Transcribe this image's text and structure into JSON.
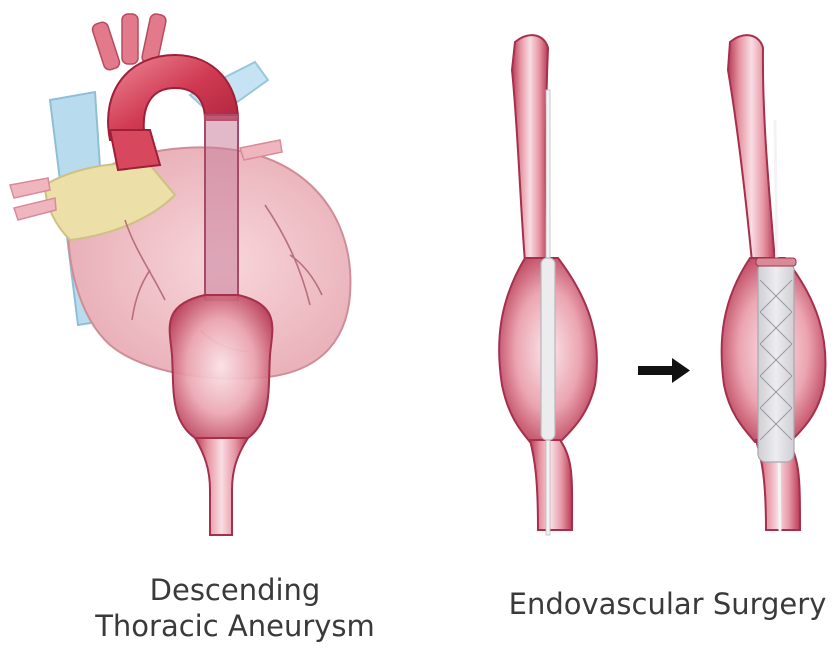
{
  "panels": {
    "left": {
      "caption_line1": "Descending",
      "caption_line2": "Thoracic Aneurysm"
    },
    "right": {
      "caption": "Endovascular Surgery"
    }
  },
  "colors": {
    "aorta_red": "#c8364d",
    "vessel_pink": "#e6909e",
    "heart_pink": "#f2c6cc",
    "fat_yellow": "#ece0a8",
    "vein_blue": "#b9dcef",
    "catheter_gray": "#e8e8ea",
    "arrow": "#111111"
  }
}
